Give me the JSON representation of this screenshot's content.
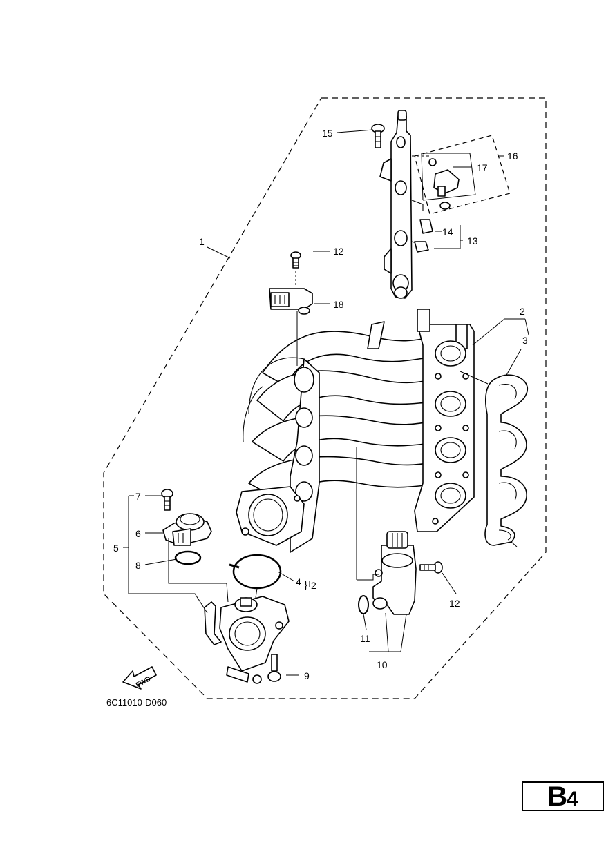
{
  "callouts": {
    "c1": "1",
    "c2a": "2",
    "c2b": "2",
    "c3": "3",
    "c4": "4",
    "c5": "5",
    "c6": "6",
    "c7": "7",
    "c8": "8",
    "c9": "9",
    "c10": "10",
    "c11": "11",
    "c12a": "12",
    "c12b": "12",
    "c13": "13",
    "c14": "14",
    "c15": "15",
    "c16": "16",
    "c17": "17",
    "c18": "18"
  },
  "fwd_label": "FWD",
  "reference_code": "6C11010-D060",
  "page_badge": {
    "letter": "B",
    "number": "4"
  }
}
